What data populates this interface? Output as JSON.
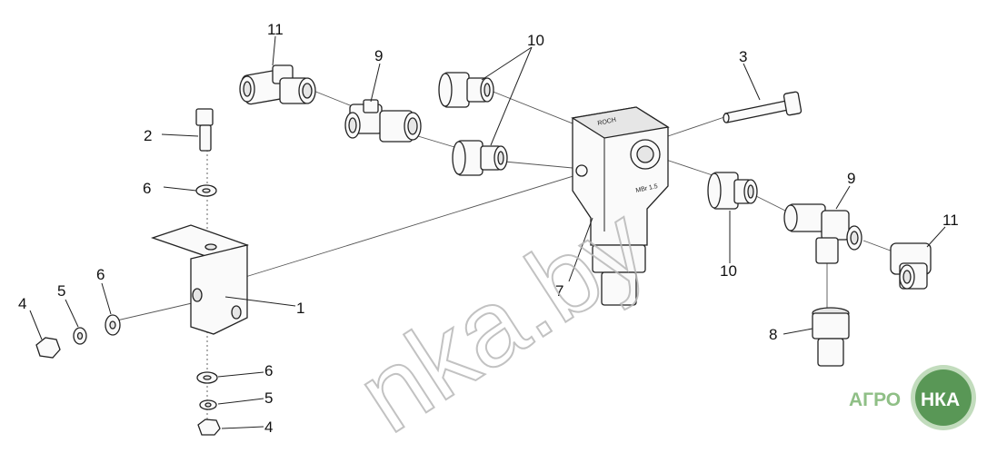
{
  "diagram": {
    "callouts": [
      "1",
      "2",
      "3",
      "4",
      "4",
      "5",
      "5",
      "6",
      "6",
      "6",
      "7",
      "8",
      "9",
      "9",
      "10",
      "10",
      "11",
      "11"
    ]
  },
  "watermark": {
    "text": "nka.by"
  },
  "logo": {
    "left_text": "АГРО",
    "right_text": "НКА",
    "colors": {
      "green": "#4e8f4a",
      "light_green": "#8fbf86"
    }
  }
}
